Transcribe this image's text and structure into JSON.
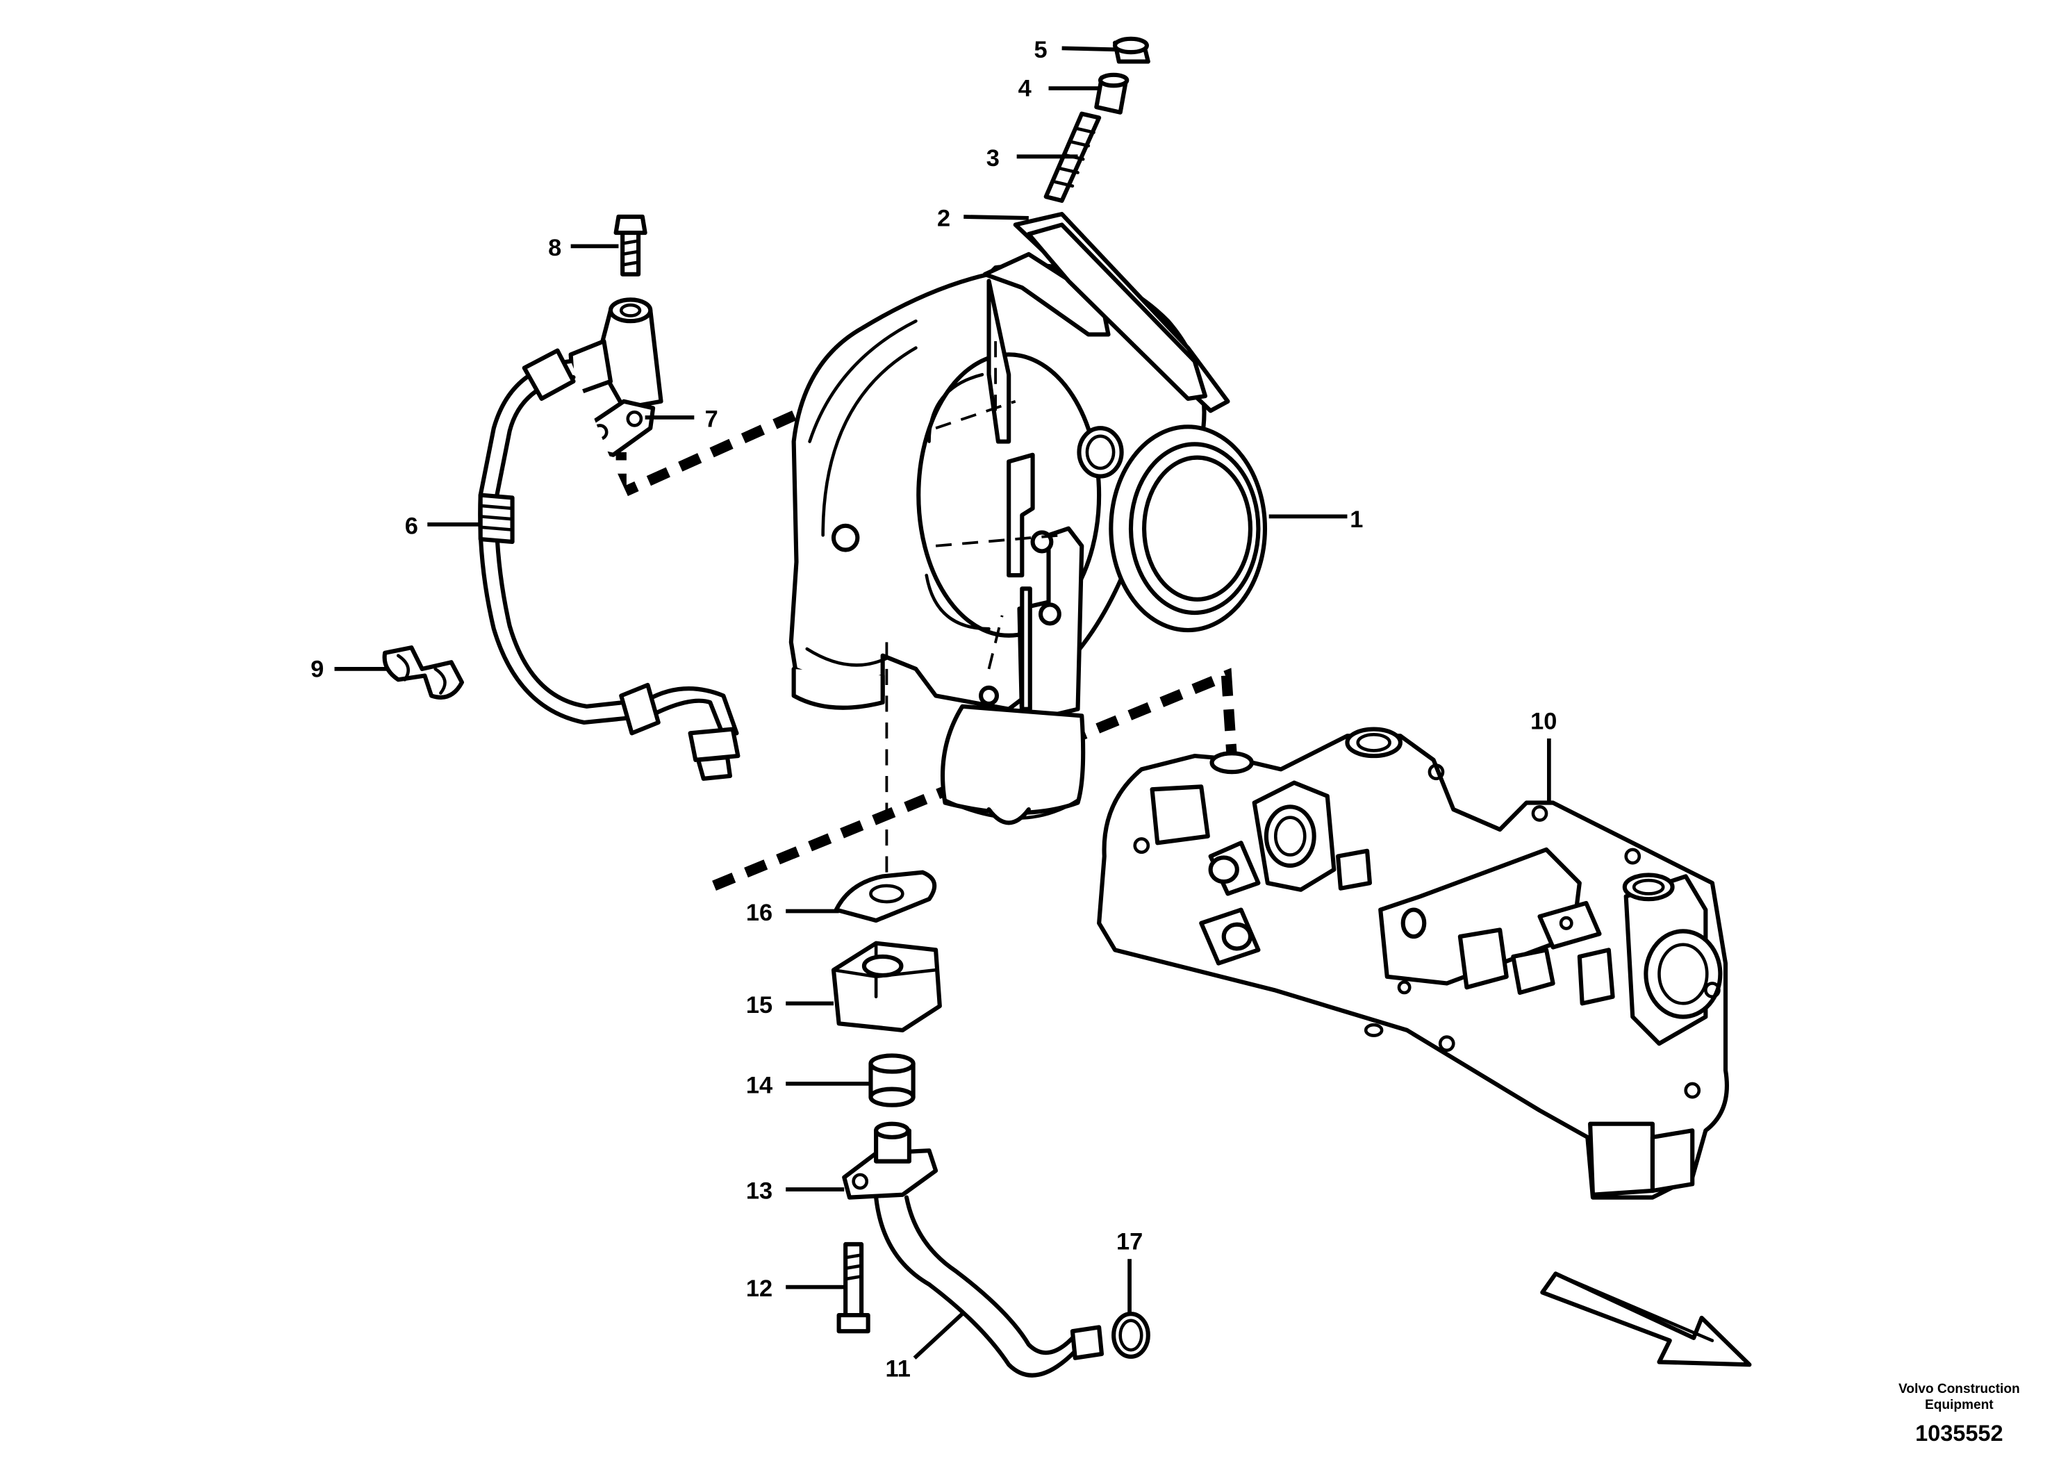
{
  "callouts": {
    "c1": "1",
    "c2": "2",
    "c3": "3",
    "c4": "4",
    "c5": "5",
    "c6": "6",
    "c7": "7",
    "c8": "8",
    "c9": "9",
    "c10": "10",
    "c11": "11",
    "c12": "12",
    "c13": "13",
    "c14": "14",
    "c15": "15",
    "c16": "16",
    "c17": "17"
  },
  "footer": {
    "brand_line1": "Volvo Construction",
    "brand_line2": "Equipment",
    "drawing_number": "1035552"
  }
}
